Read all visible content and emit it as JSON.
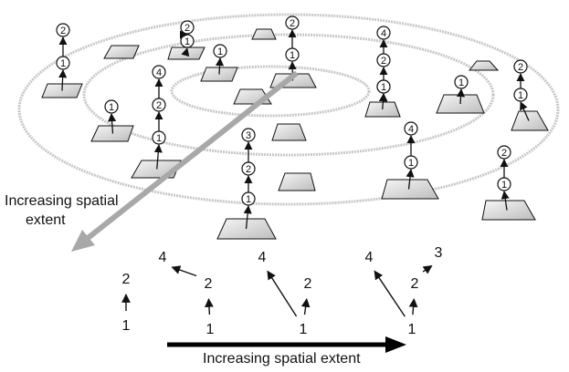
{
  "labels": {
    "spatial_extent_line1": "Increasing spatial",
    "spatial_extent_line2": "extent",
    "bottom_axis": "Increasing spatial extent"
  },
  "colors": {
    "ring": "#c8c8c8",
    "gray_arrow": "#a8a8a8",
    "black_arrow": "#000000",
    "plane_fill_light": "#f6f6f6",
    "plane_fill_dark": "#bdbdbd",
    "stroke": "#111111"
  },
  "stacks": [
    {
      "id": "s1",
      "nodes": [
        "1",
        "2"
      ]
    },
    {
      "id": "s2",
      "nodes": [
        "1"
      ]
    },
    {
      "id": "s3",
      "nodes": [
        "1",
        "2"
      ]
    },
    {
      "id": "s4",
      "nodes": [
        "1",
        "2",
        "4"
      ]
    },
    {
      "id": "s5",
      "nodes": [
        "1"
      ]
    },
    {
      "id": "s6",
      "nodes": [
        "1"
      ]
    },
    {
      "id": "s7",
      "nodes": [
        "1",
        "2"
      ]
    },
    {
      "id": "s8",
      "nodes": [
        "1",
        "2",
        "4"
      ]
    },
    {
      "id": "s9",
      "nodes": [
        "1"
      ]
    },
    {
      "id": "s10",
      "nodes": [
        "1",
        "2"
      ]
    },
    {
      "id": "s11",
      "nodes": [
        "1",
        "2",
        "3"
      ]
    },
    {
      "id": "s12",
      "nodes": [
        "1",
        "4"
      ]
    },
    {
      "id": "s13",
      "nodes": [
        "1",
        "2"
      ]
    }
  ],
  "trees": [
    {
      "id": "t1",
      "nodes": [
        "1",
        "2"
      ]
    },
    {
      "id": "t2",
      "nodes": [
        "1",
        "2",
        "4"
      ]
    },
    {
      "id": "t3",
      "nodes": [
        "1",
        "2",
        "4"
      ]
    },
    {
      "id": "t4",
      "nodes": [
        "1",
        "2",
        "4",
        "3"
      ]
    }
  ]
}
